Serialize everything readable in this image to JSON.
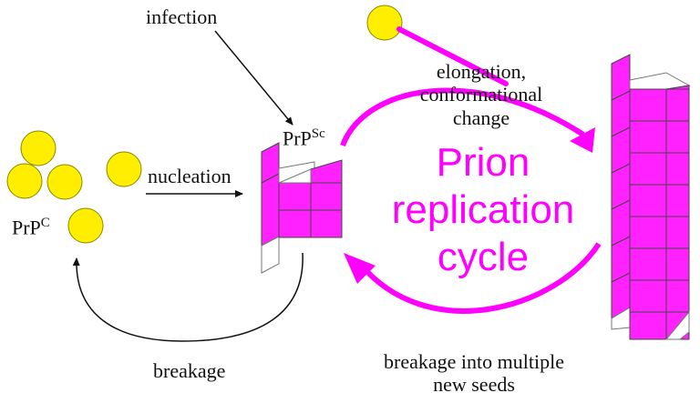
{
  "labels": {
    "infection": "infection",
    "prpsc_base": "PrP",
    "prpsc_sup": "Sc",
    "prpc_base": "PrP",
    "prpc_sup": "C",
    "nucleation": "nucleation",
    "breakage": "breakage",
    "elongation_line1": "elongation,",
    "elongation_line2": "conformational",
    "elongation_line3": "change",
    "breakage_multi_line1": "breakage into multiple",
    "breakage_multi_line2": "new seeds"
  },
  "cycle_title": {
    "line1": "Prion",
    "line2": "replication",
    "line3": "cycle"
  },
  "colors": {
    "magenta": "#ff00ff",
    "monomer_fill": "#ffee00",
    "monomer_stroke": "#888800",
    "block_fill": "#ff22ff",
    "block_stroke": "#444444",
    "text": "#111111"
  }
}
